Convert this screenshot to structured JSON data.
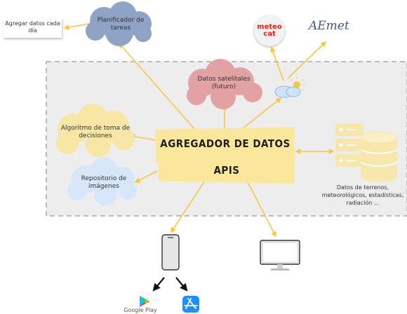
{
  "nodes": {
    "planificador": "Planificador de tareas",
    "agregar_diario": "Agregar datos cada día",
    "datos_satelitales": "Datos satelitales (futuro)",
    "algoritmo": "Algoritmo de toma de decisiones",
    "repositorio": "Repositorio de imágenes",
    "agregador": "AGREGADOR DE DATOS",
    "apis": "APIS",
    "datos_terrenos": "Datos de terrenos, meteorológicos, estadísticas, radiación ..."
  },
  "logos": {
    "meteocat_line1": "meteo",
    "meteocat_line2": "cat",
    "aemet": "AEmet"
  },
  "stores": {
    "google_play": "Google Play"
  },
  "colors": {
    "arrow": "#f5c842",
    "cloud_blue": "#8fa3c6",
    "cloud_pink": "#e2a2a4",
    "cloud_yellow": "#f7e6a4",
    "cloud_light_blue": "#d7e6f8",
    "banner": "#fbe79b",
    "panel": "#ededed",
    "database": "#f8e7ad"
  }
}
